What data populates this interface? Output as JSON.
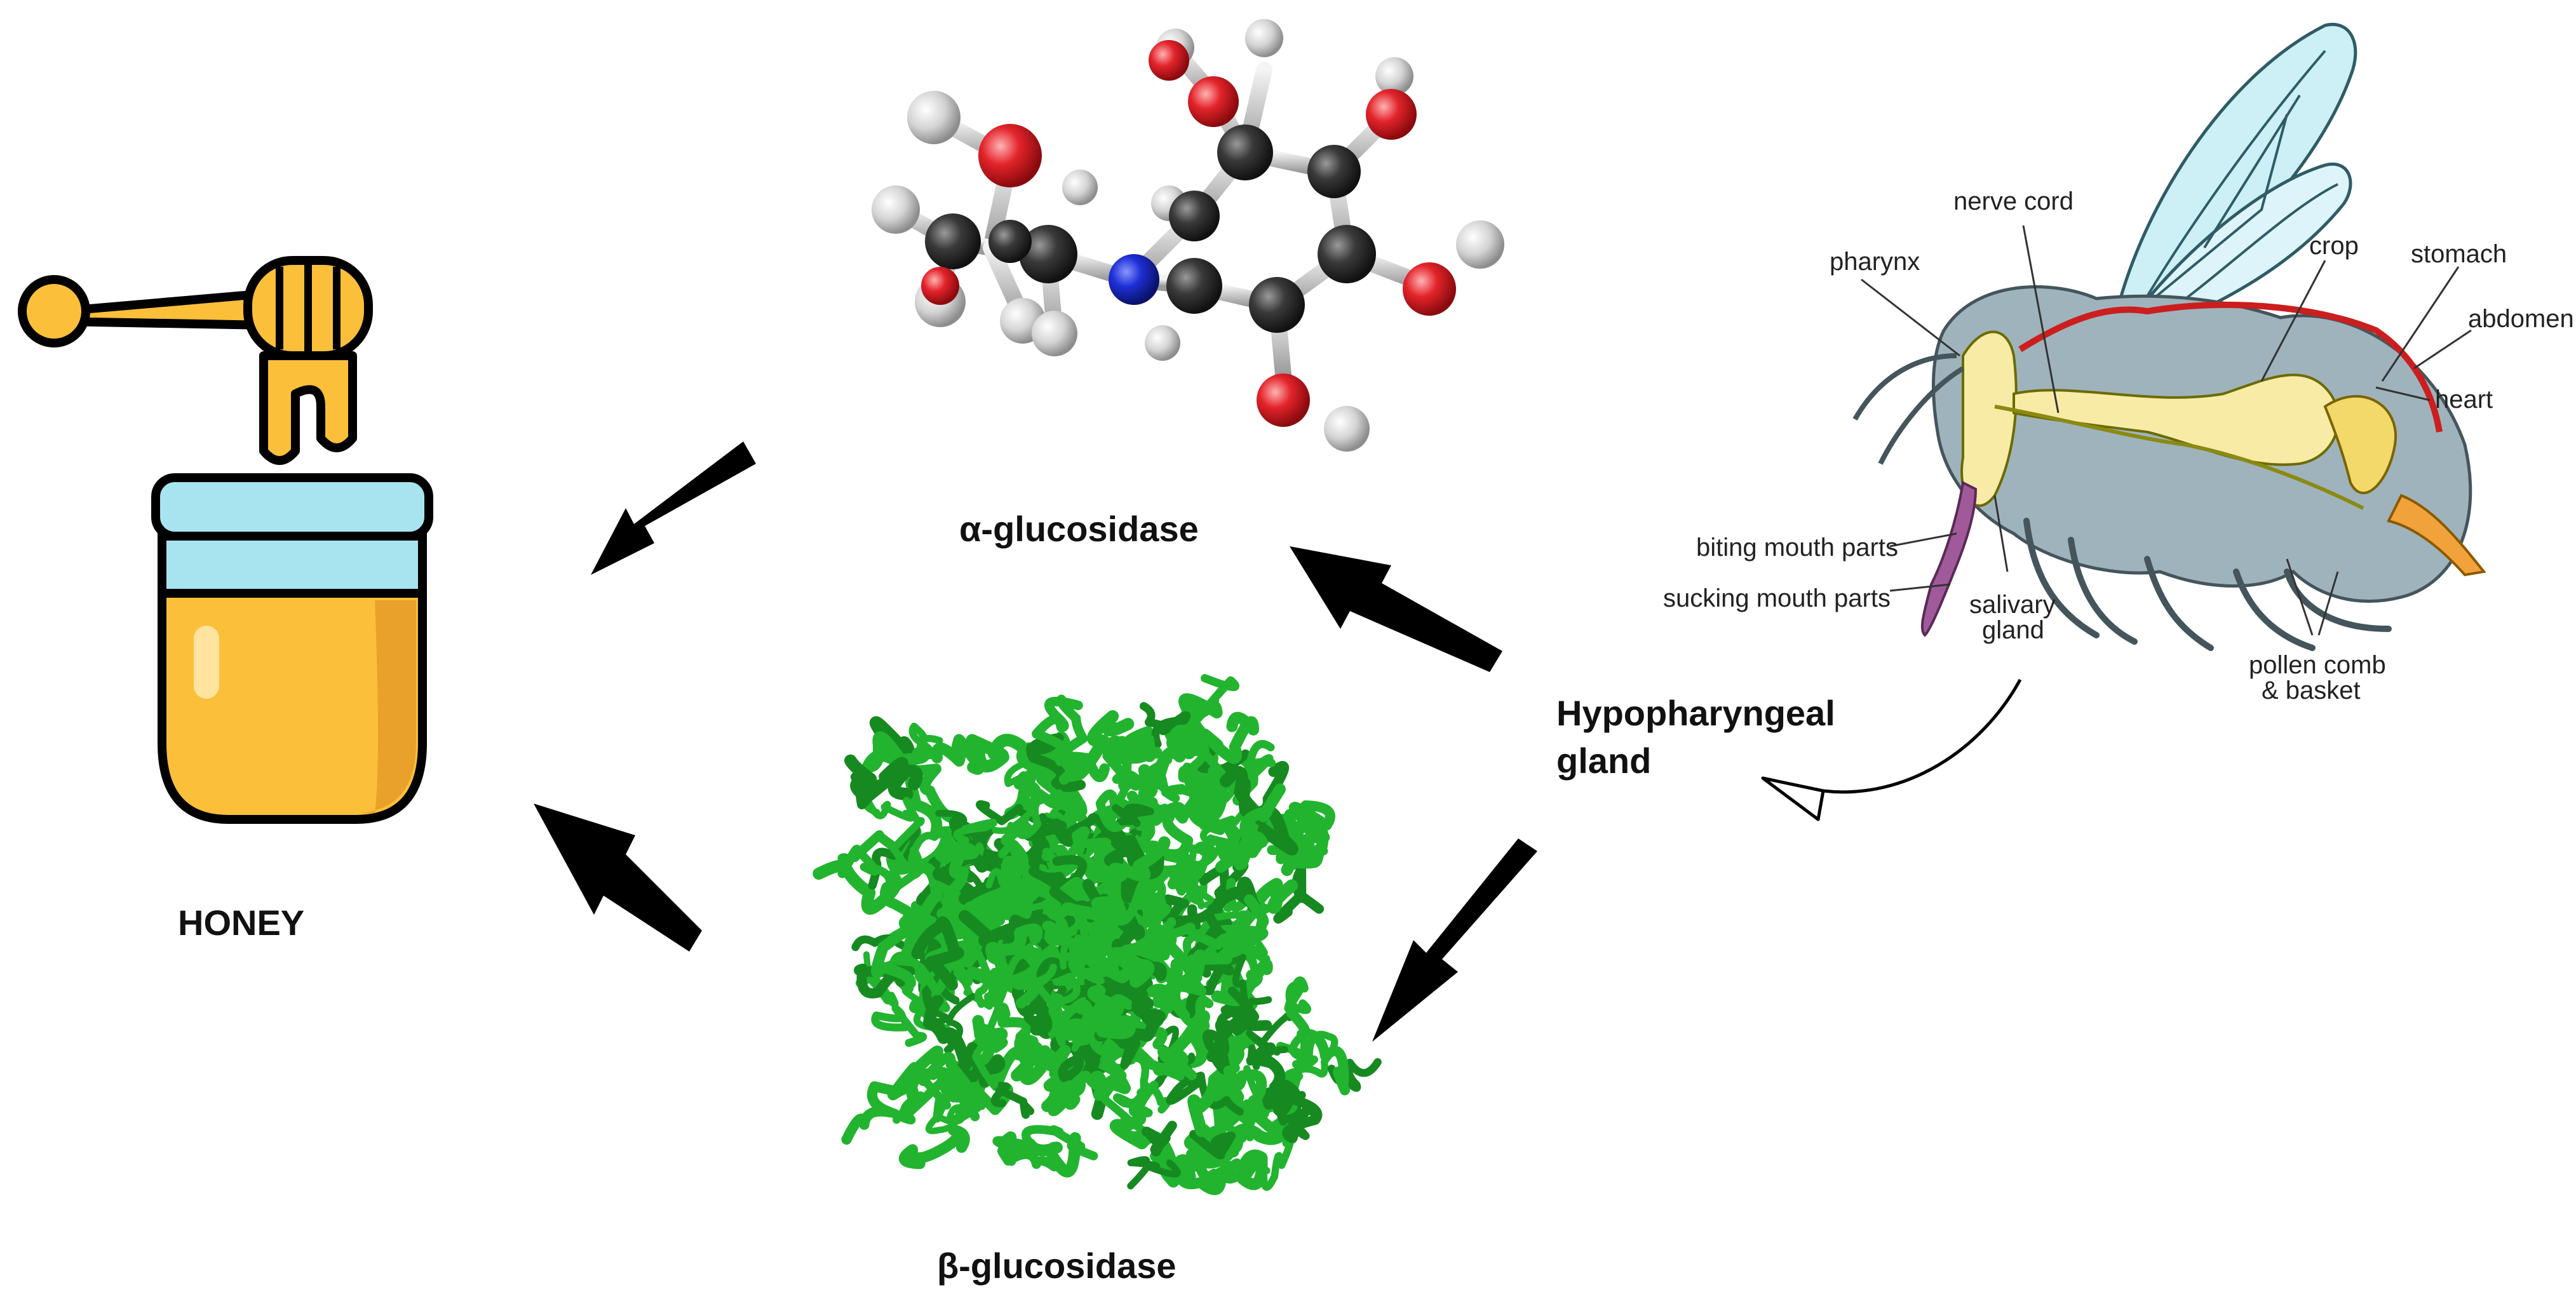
{
  "labels": {
    "honey": "HONEY",
    "alpha": "α-glucosidase",
    "beta": "β-glucosidase",
    "hypo_line1": "Hypopharyngeal",
    "hypo_line2": "gland"
  },
  "bee_labels": {
    "nerve_cord": "nerve cord",
    "pharynx": "pharynx",
    "crop": "crop",
    "stomach": "stomach",
    "abdomen": "abdomen",
    "heart": "heart",
    "biting": "biting mouth parts",
    "sucking": "sucking mouth parts",
    "salivary1": "salivary",
    "salivary2": "gland",
    "pollen1": "pollen comb",
    "pollen2": "& basket"
  },
  "colors": {
    "honey": "#FBBF3A",
    "honey_shade": "#E9A12B",
    "lid": "#A8E4F0",
    "stroke": "#000000",
    "oxygen": "#E3242B",
    "nitrogen": "#1E2FD6",
    "carbon": "#3A3A3A",
    "hydrogen": "#D9D9D9",
    "protein": "#22B42E",
    "bee_body": "#9FB3BC",
    "bee_gland": "#F7EBA6",
    "bee_heart": "#CC1E1E",
    "bee_wing": "#CDEFF6"
  }
}
